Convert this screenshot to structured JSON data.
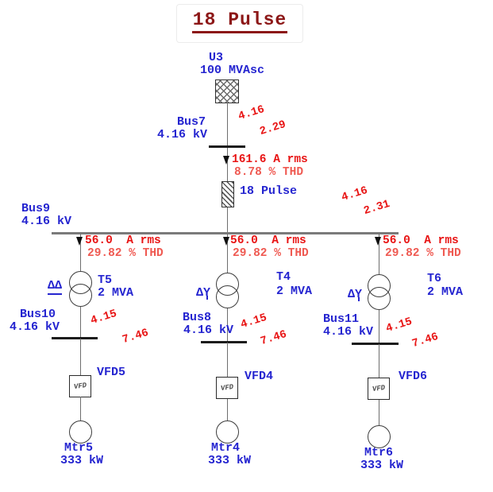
{
  "title": "18 Pulse",
  "source": {
    "name": "U3",
    "rating": "100 MVAsc"
  },
  "feeder": {
    "bus_name": "Bus7",
    "bus_kv": "4.16 kV",
    "voltage": "4.16",
    "angle": "2.29",
    "current": "161.6 A rms",
    "thd": "8.78 % THD",
    "device_label": "18 Pulse"
  },
  "main_bus": {
    "name": "Bus9",
    "kv": "4.16 kV",
    "voltage": "4.16",
    "angle": "2.31"
  },
  "branches": [
    {
      "current": "56.0  A rms",
      "thd": "29.82 % THD",
      "winding": "ΔΔ",
      "transformer": "T5",
      "rating": "2 MVA",
      "bus_name": "Bus10",
      "bus_kv": "4.16 kV",
      "voltage": "4.15",
      "angle": "7.46",
      "vfd_label": "VFD5",
      "vfd_text": "VFD",
      "motor": "Mtr5",
      "power": "333 kW"
    },
    {
      "current": "56.0  A rms",
      "thd": "29.82 % THD",
      "winding": "ΔY",
      "transformer": "T4",
      "rating": "2 MVA",
      "bus_name": "Bus8",
      "bus_kv": "4.16 kV",
      "voltage": "4.15",
      "angle": "7.46",
      "vfd_label": "VFD4",
      "vfd_text": "VFD",
      "motor": "Mtr4",
      "power": "333 kW"
    },
    {
      "current": "56.0  A rms",
      "thd": "29.82 % THD",
      "winding": "ΔY",
      "transformer": "T6",
      "rating": "2 MVA",
      "bus_name": "Bus11",
      "bus_kv": "4.16 kV",
      "voltage": "4.15",
      "angle": "7.46",
      "vfd_label": "VFD6",
      "vfd_text": "VFD",
      "motor": "Mtr6",
      "power": "333 kW"
    }
  ],
  "colors": {
    "label_blue": "#2525d0",
    "value_red": "#e81414",
    "thd_red": "#ef5a52",
    "title_maroon": "#8c1717"
  }
}
